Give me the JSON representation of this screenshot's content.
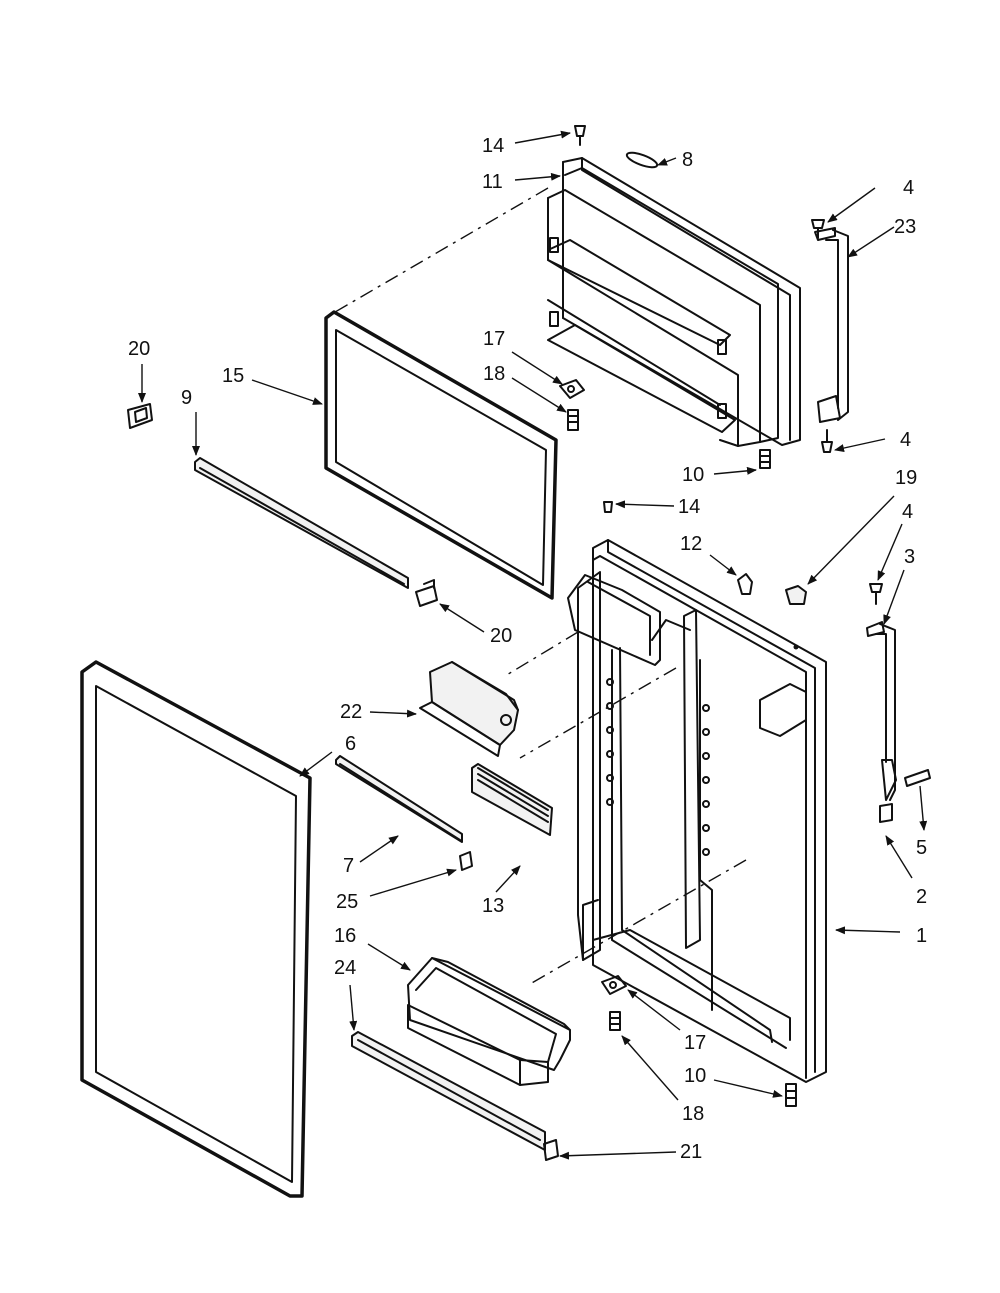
{
  "callouts": {
    "c1": "1",
    "c2": "2",
    "c3": "3",
    "c4a": "4",
    "c4b": "4",
    "c4c": "4",
    "c5": "5",
    "c6": "6",
    "c7": "7",
    "c8": "8",
    "c9": "9",
    "c10a": "10",
    "c10b": "10",
    "c11": "11",
    "c12": "12",
    "c13": "13",
    "c14a": "14",
    "c14b": "14",
    "c15": "15",
    "c16": "16",
    "c17a": "17",
    "c17b": "17",
    "c18a": "18",
    "c18b": "18",
    "c19": "19",
    "c20a": "20",
    "c20b": "20",
    "c21": "21",
    "c22": "22",
    "c23": "23",
    "c24": "24",
    "c25": "25"
  }
}
